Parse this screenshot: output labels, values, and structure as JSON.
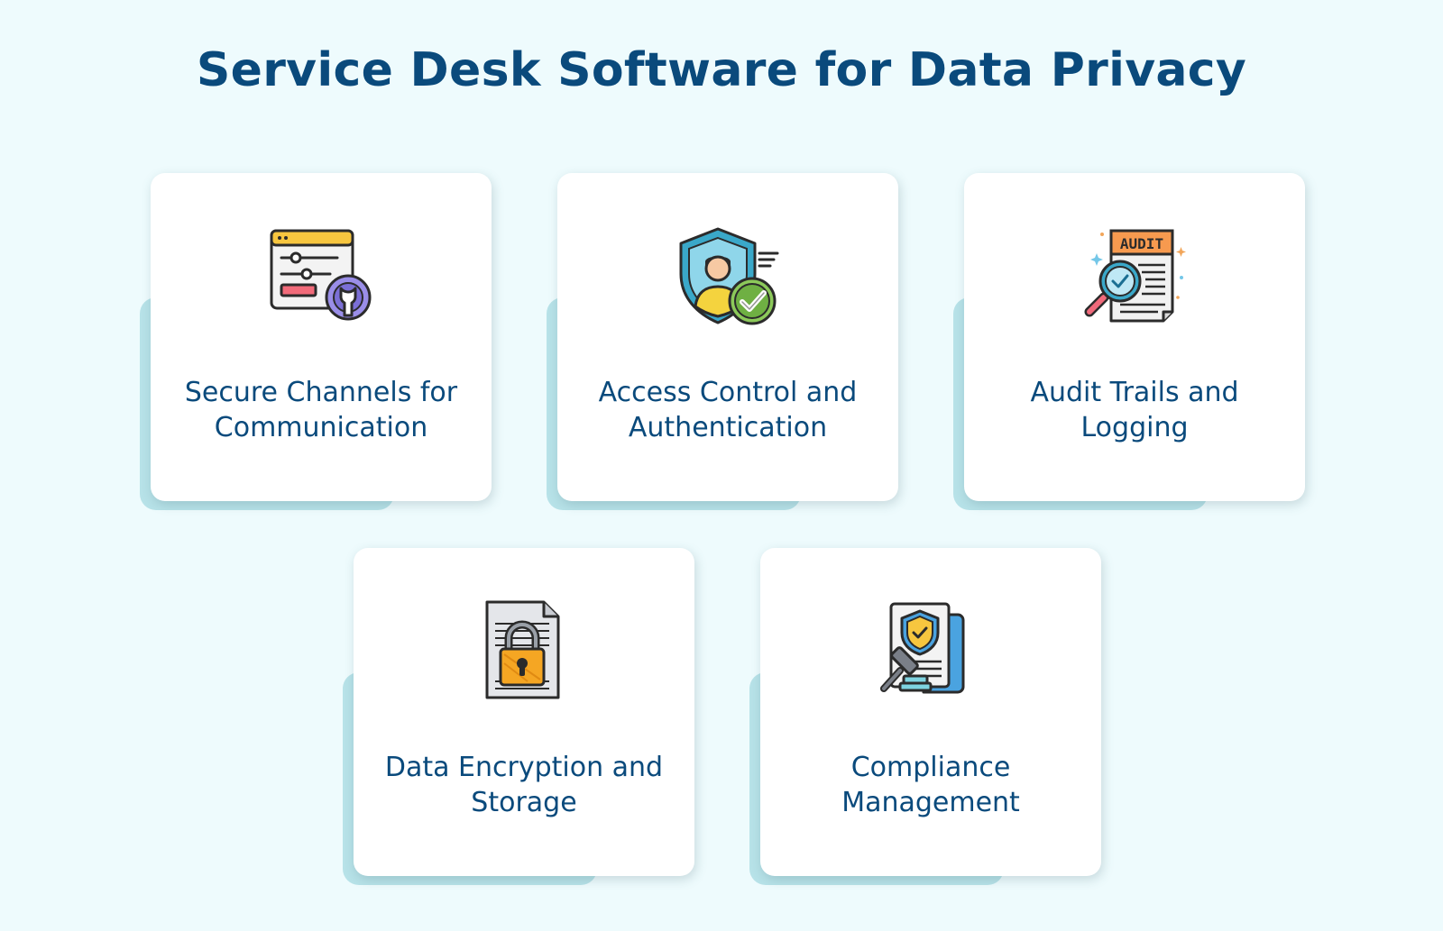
{
  "title": "Service Desk Software for Data Privacy",
  "colors": {
    "background": "#eefbfd",
    "title": "#0a4a7c",
    "card": "#ffffff",
    "card_shadow": "#b7e2e8"
  },
  "cards": [
    {
      "label": "Secure Channels for Communication",
      "icon": "settings-window-wrench-icon"
    },
    {
      "label": "Access Control and Authentication",
      "icon": "user-shield-check-icon"
    },
    {
      "label": "Audit Trails and Logging",
      "icon": "audit-document-magnifier-icon",
      "icon_text": "AUDIT"
    },
    {
      "label": "Data Encryption and Storage",
      "icon": "locked-document-icon"
    },
    {
      "label": "Compliance Management",
      "icon": "legal-document-shield-gavel-icon"
    }
  ]
}
